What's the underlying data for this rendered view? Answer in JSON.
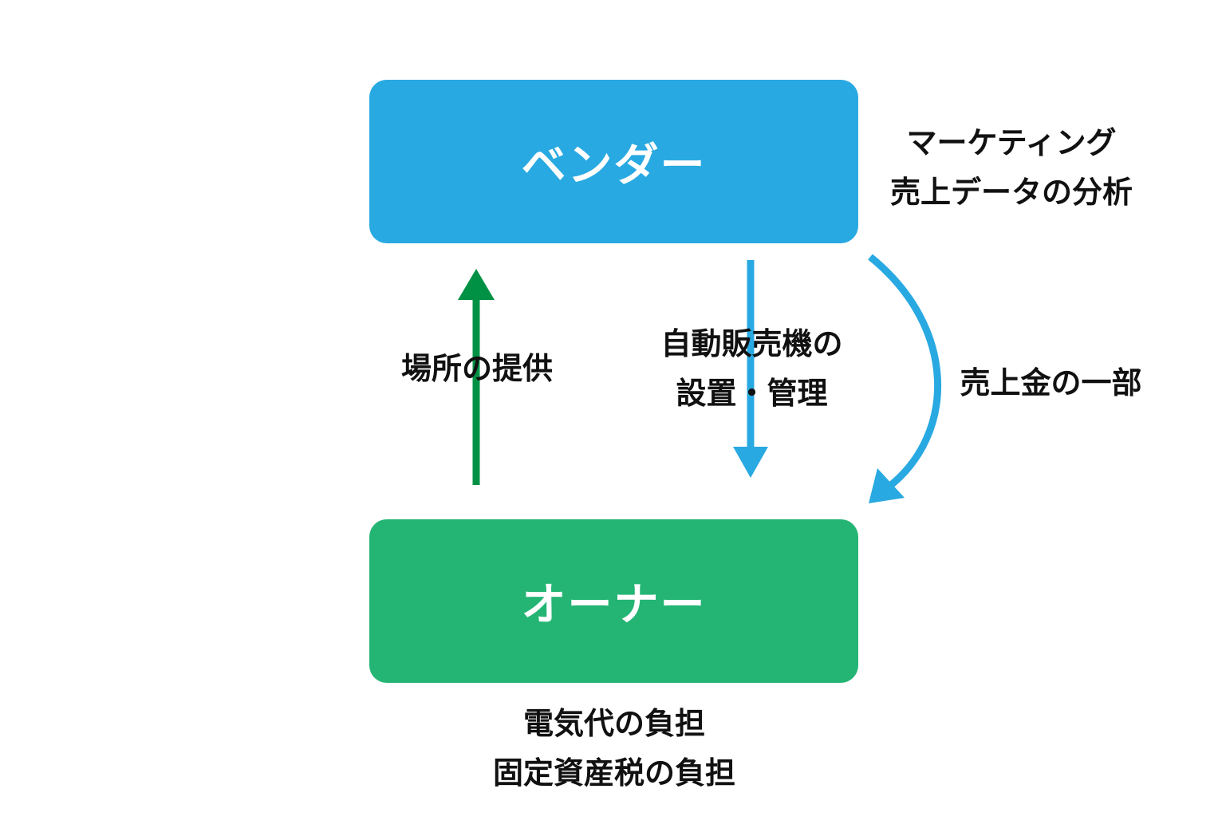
{
  "vendor": {
    "title": "ベンダー",
    "notes": [
      "マーケティング",
      "売上データの分析"
    ]
  },
  "owner": {
    "title": "オーナー",
    "notes": [
      "電気代の負担",
      "固定資産税の負担"
    ]
  },
  "flows": {
    "place": "場所の提供",
    "install": [
      "自動販売機の",
      "設置・管理"
    ],
    "share": "売上金の一部"
  },
  "colors": {
    "vendor": "#29a9e1",
    "owner": "#24b574",
    "arrow_green": "#009145",
    "arrow_blue": "#29a9e1"
  }
}
